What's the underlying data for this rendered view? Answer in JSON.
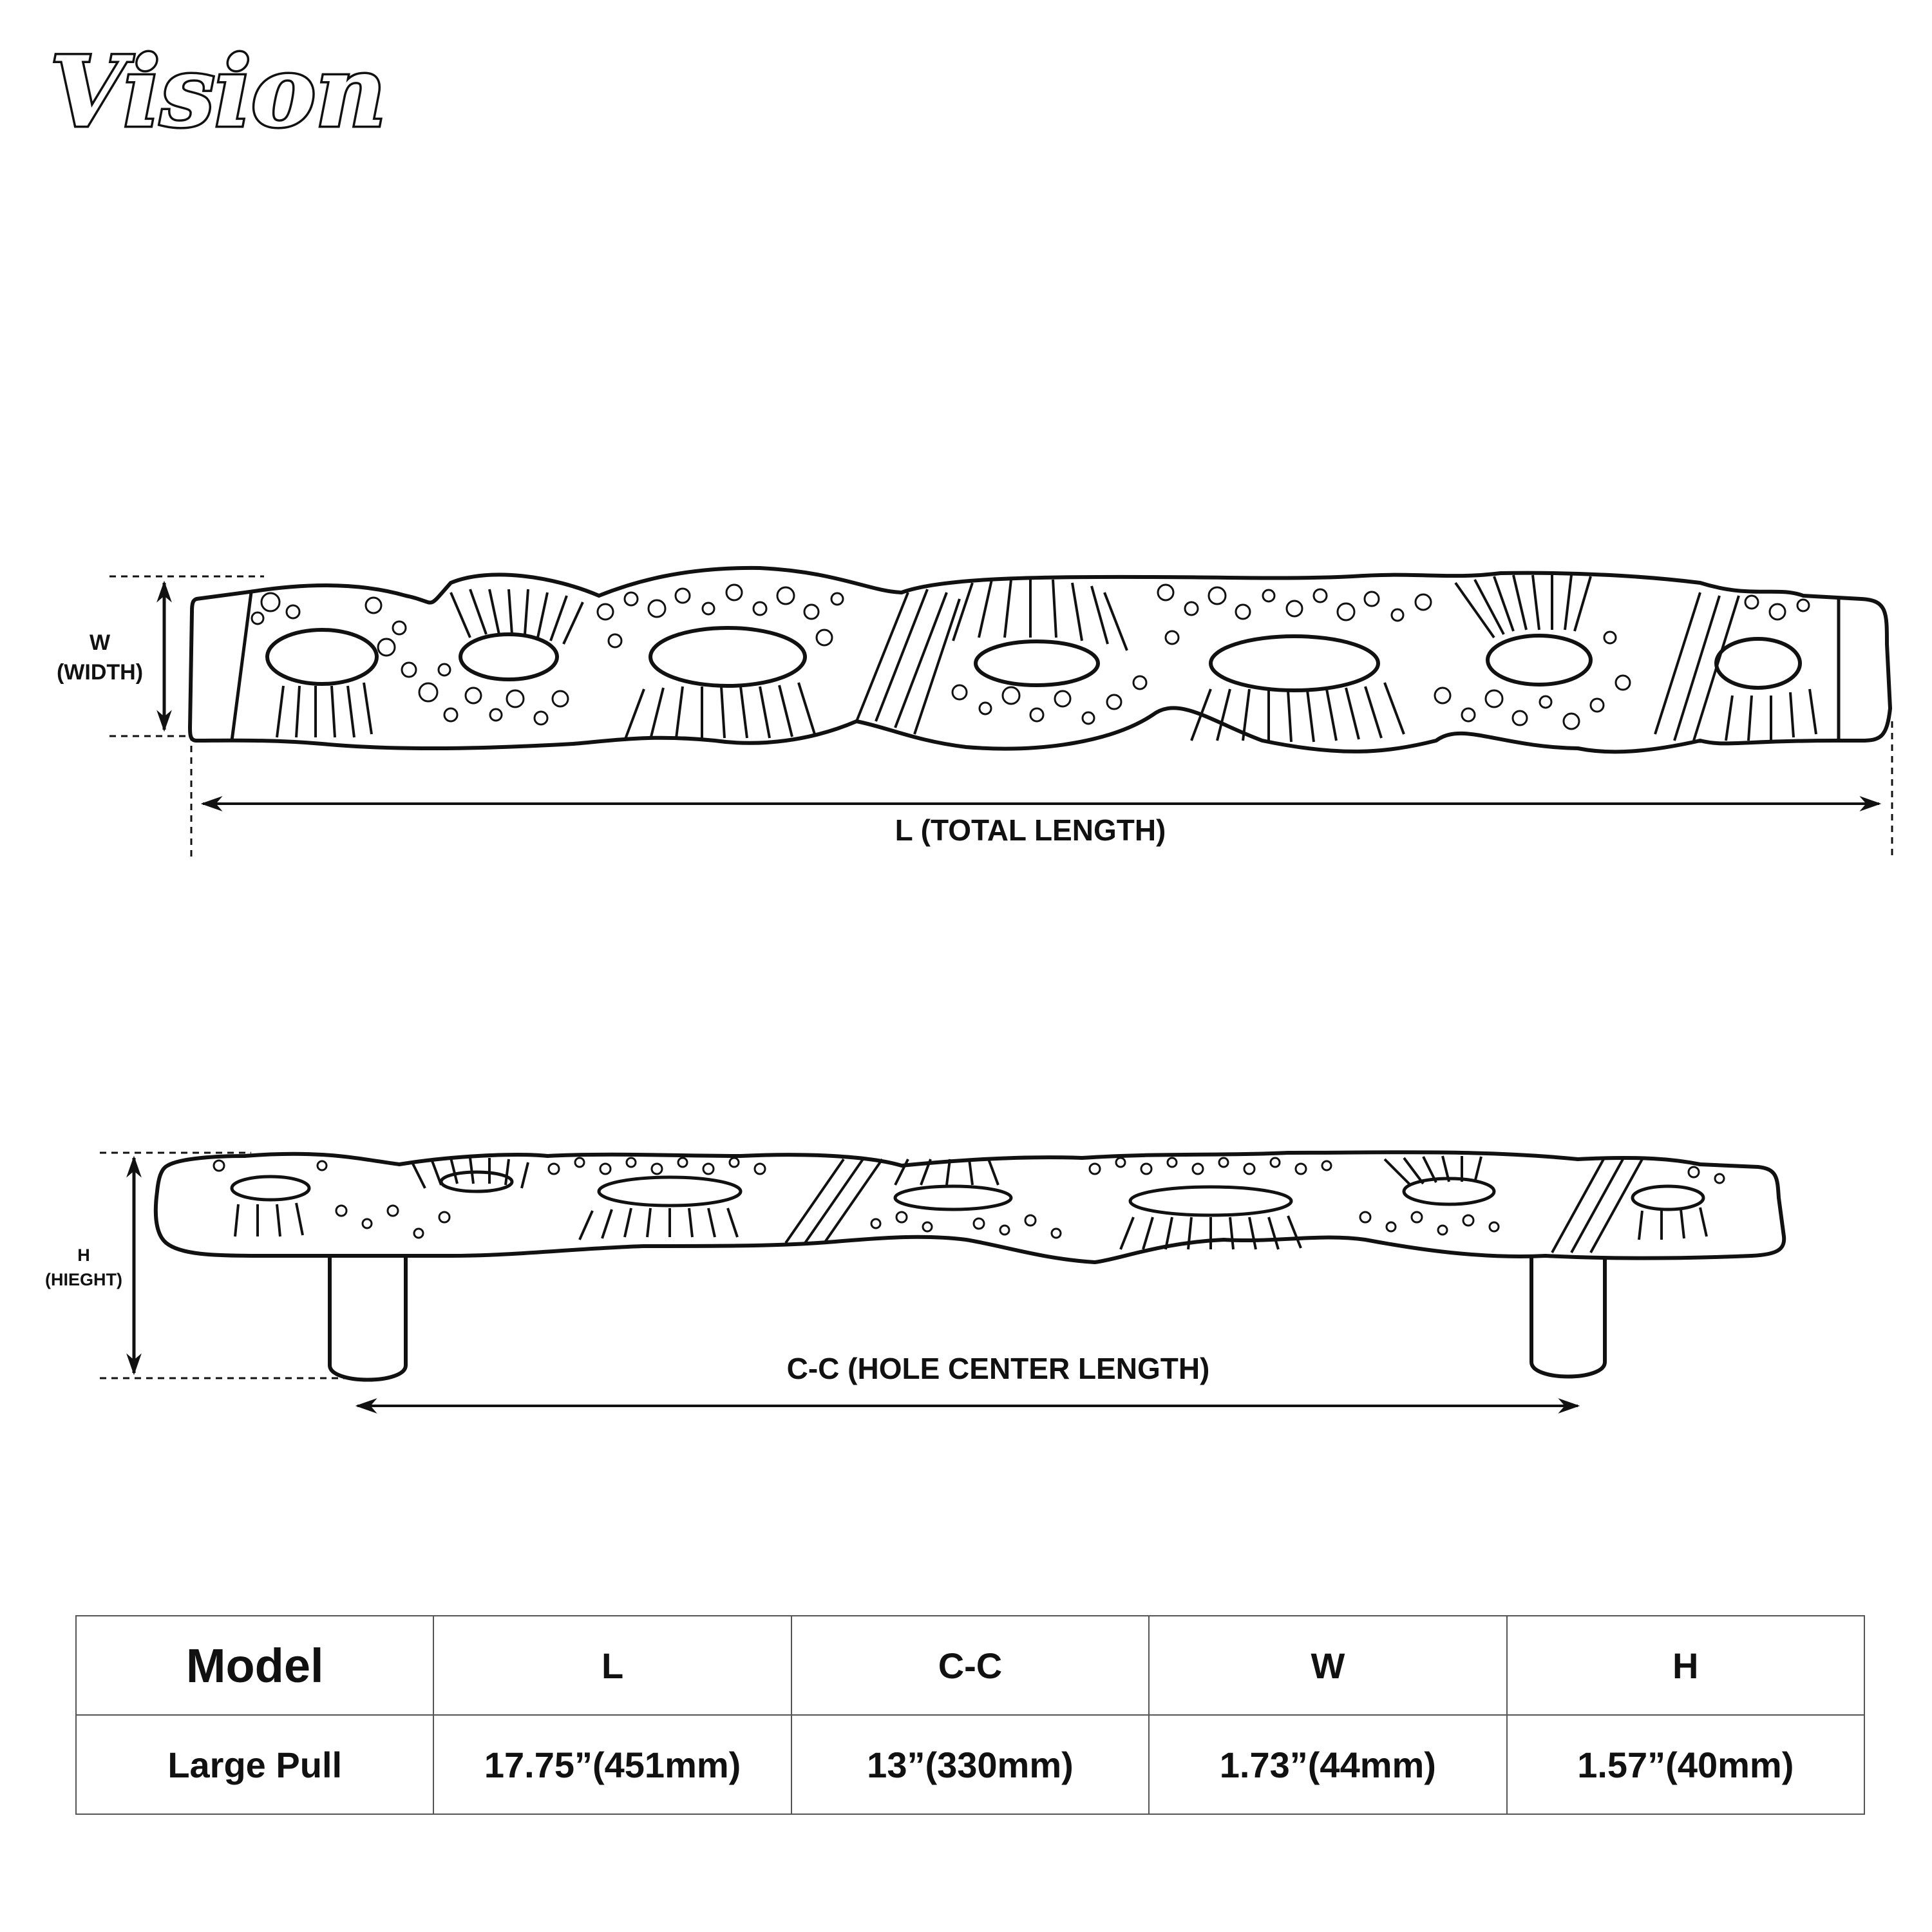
{
  "brand": {
    "logo_text": "Vision"
  },
  "dimensions": {
    "width_label": "W",
    "width_caption": "(WIDTH)",
    "height_label": "H",
    "height_caption": "(HIEGHT)",
    "length_label": "L (TOTAL LENGTH)",
    "center_label": "C-C (HOLE CENTER LENGTH)"
  },
  "spec_table": {
    "headers": [
      "Model",
      "L",
      "C-C",
      "W",
      "H"
    ],
    "rows": [
      [
        "Large Pull",
        "17.75”(451mm)",
        "13”(330mm)",
        "1.73”(44mm)",
        "1.57”(40mm)"
      ]
    ]
  },
  "colors": {
    "ink": "#111111",
    "background": "#ffffff",
    "table_border": "#555555"
  }
}
